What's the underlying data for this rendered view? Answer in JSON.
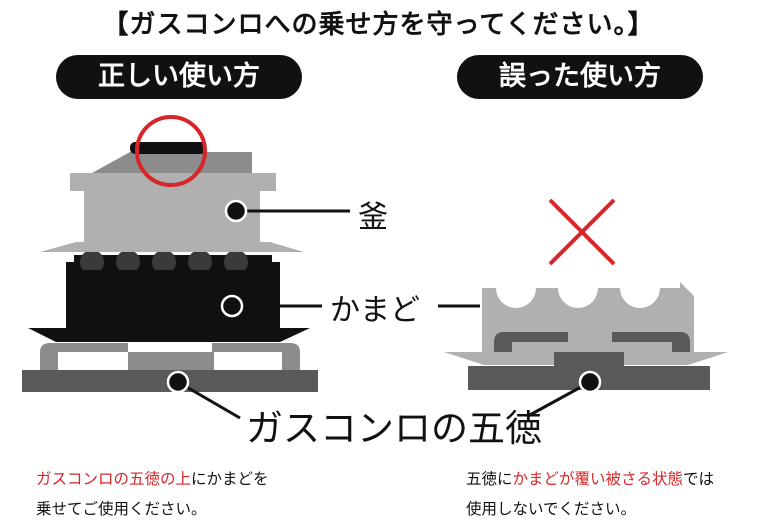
{
  "title": "【ガスコンロへの乗せ方を守ってください。】",
  "correct_heading": "正しい使い方",
  "wrong_heading": "誤った使い方",
  "labels": {
    "kama": "釜",
    "kamado": "かまど",
    "burner": "ガスコンロの五徳"
  },
  "captions": {
    "correct": {
      "red": "ガスコンロの五徳の上",
      "rest_line1": "にかまどを",
      "line2": "乗せてご使用ください。"
    },
    "wrong": {
      "prefix": "五徳に",
      "red": "かまどが覆い被さる状態",
      "suffix": "では",
      "line2": "使用しないでください。"
    }
  },
  "colors": {
    "accent_red": "#d7262a",
    "dark_gray": "#595959",
    "mid_gray": "#8c8c8c",
    "light_gray": "#b0b0b0",
    "black": "#111111"
  }
}
